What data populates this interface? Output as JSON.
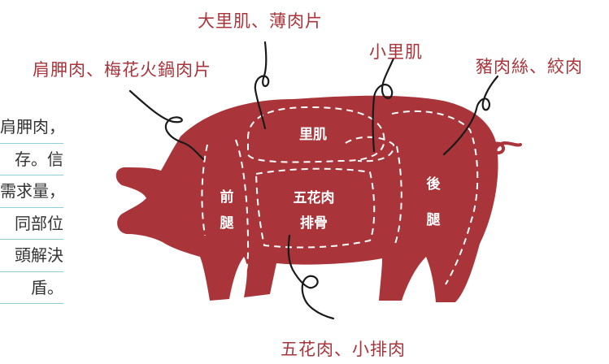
{
  "labels": {
    "top_center": "大里肌、薄肉片",
    "top_left": "肩胛肉、梅花火鍋肉片",
    "top_mid_right": "小里肌",
    "top_right": "豬肉絲、絞肉",
    "bottom": "五花肉、小排肉"
  },
  "cuts": {
    "loin": "里肌",
    "shoulder_1": "前",
    "shoulder_2": "腿",
    "belly_1": "五花肉",
    "belly_2": "排骨",
    "ham_1": "後",
    "ham_2": "腿"
  },
  "side_text": [
    "肩胛肉，",
    "存。信",
    "需求量，",
    "同部位",
    "頭解決",
    "盾。"
  ],
  "colors": {
    "pig": "#a9353b",
    "label": "#a9353b",
    "rule": "#8fcfdb"
  }
}
